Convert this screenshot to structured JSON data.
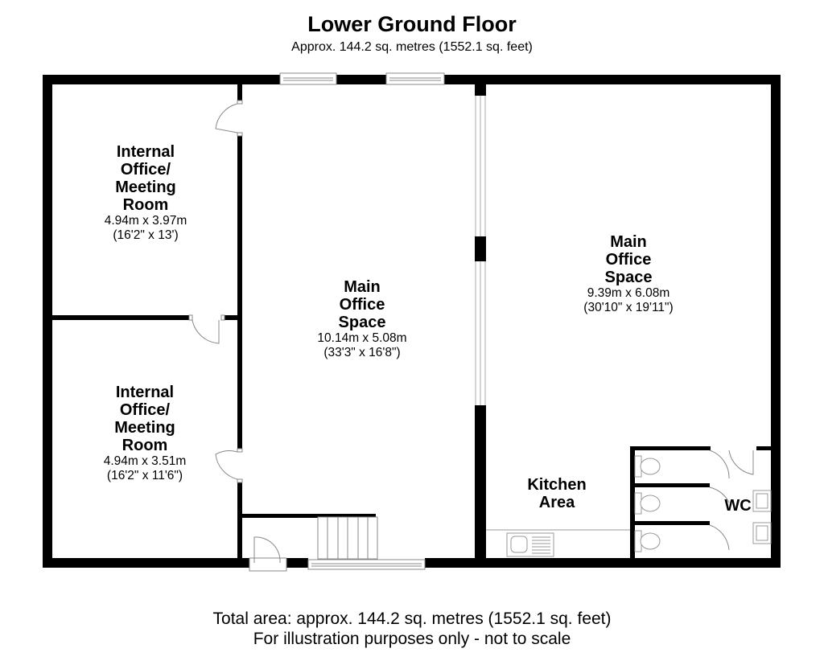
{
  "header": {
    "title": "Lower Ground Floor",
    "subtitle": "Approx. 144.2 sq. metres (1552.1 sq. feet)"
  },
  "rooms": [
    {
      "id": "internal-office-1",
      "name_lines": [
        "Internal",
        "Office/",
        "Meeting",
        "Room"
      ],
      "dim_m": "4.94m x 3.97m",
      "dim_ft": "(16'2\" x 13')"
    },
    {
      "id": "internal-office-2",
      "name_lines": [
        "Internal",
        "Office/",
        "Meeting",
        "Room"
      ],
      "dim_m": "4.94m x 3.51m",
      "dim_ft": "(16'2\" x 11'6\")"
    },
    {
      "id": "main-office-1",
      "name_lines": [
        "Main",
        "Office",
        "Space"
      ],
      "dim_m": "10.14m x 5.08m",
      "dim_ft": "(33'3\" x 16'8\")"
    },
    {
      "id": "main-office-2",
      "name_lines": [
        "Main",
        "Office",
        "Space"
      ],
      "dim_m": "9.39m x 6.08m",
      "dim_ft": "(30'10\" x 19'11\")"
    },
    {
      "id": "kitchen",
      "name_lines": [
        "Kitchen",
        "Area"
      ]
    },
    {
      "id": "wc",
      "name_lines": [
        "WC"
      ]
    }
  ],
  "footer": {
    "total_area": "Total area: approx. 144.2 sq. metres (1552.1 sq. feet)",
    "disclaimer": "For illustration purposes only - not to scale"
  },
  "colors": {
    "wall": "#000000",
    "fixture_line": "#9a9a9a",
    "background": "#ffffff"
  }
}
